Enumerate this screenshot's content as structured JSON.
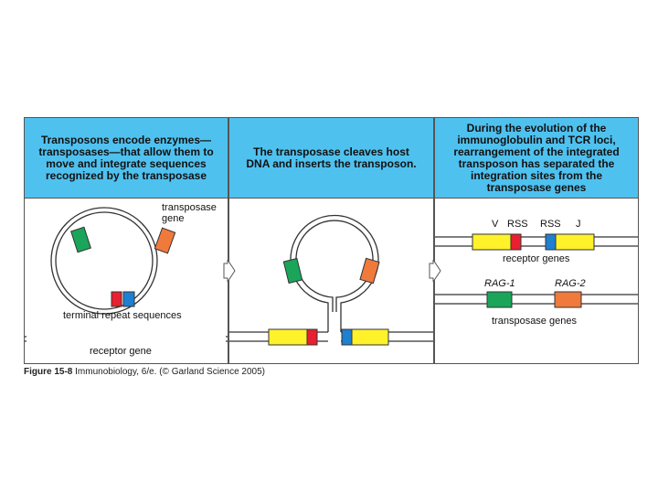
{
  "panels": [
    {
      "header": "Transposons encode enzymes—\ntransposases—that allow them to\nmove and integrate sequences\nrecognized by the transposase",
      "labels": {
        "transposase_gene": "transposase\ngene",
        "terminal_repeats": "terminal repeat sequences",
        "receptor_gene": "receptor gene"
      }
    },
    {
      "header": "The transposase cleaves host\nDNA and inserts the transposon."
    },
    {
      "header": "During the evolution of the\nimmunoglobulin and TCR loci,\nrearrangement of the integrated\ntransposon has separated the\nintegration sites from the\ntransposase genes",
      "labels": {
        "v": "V",
        "rss_left": "RSS",
        "rss_right": "RSS",
        "j": "J",
        "receptor_genes": "receptor genes",
        "rag1": "RAG-1",
        "rag2": "RAG-2",
        "transposase_genes": "transposase genes"
      }
    }
  ],
  "caption": {
    "figure": "Figure 15-8",
    "text": " Immunobiology, 6/e. (© Garland Science 2005)"
  },
  "colors": {
    "header_bg": "#4fc1ef",
    "green_gene": "#1aa55a",
    "orange_gene": "#f07a3c",
    "red_repeat": "#e8202f",
    "blue_repeat": "#1f7fd1",
    "yellow_gene": "#fff22a"
  }
}
